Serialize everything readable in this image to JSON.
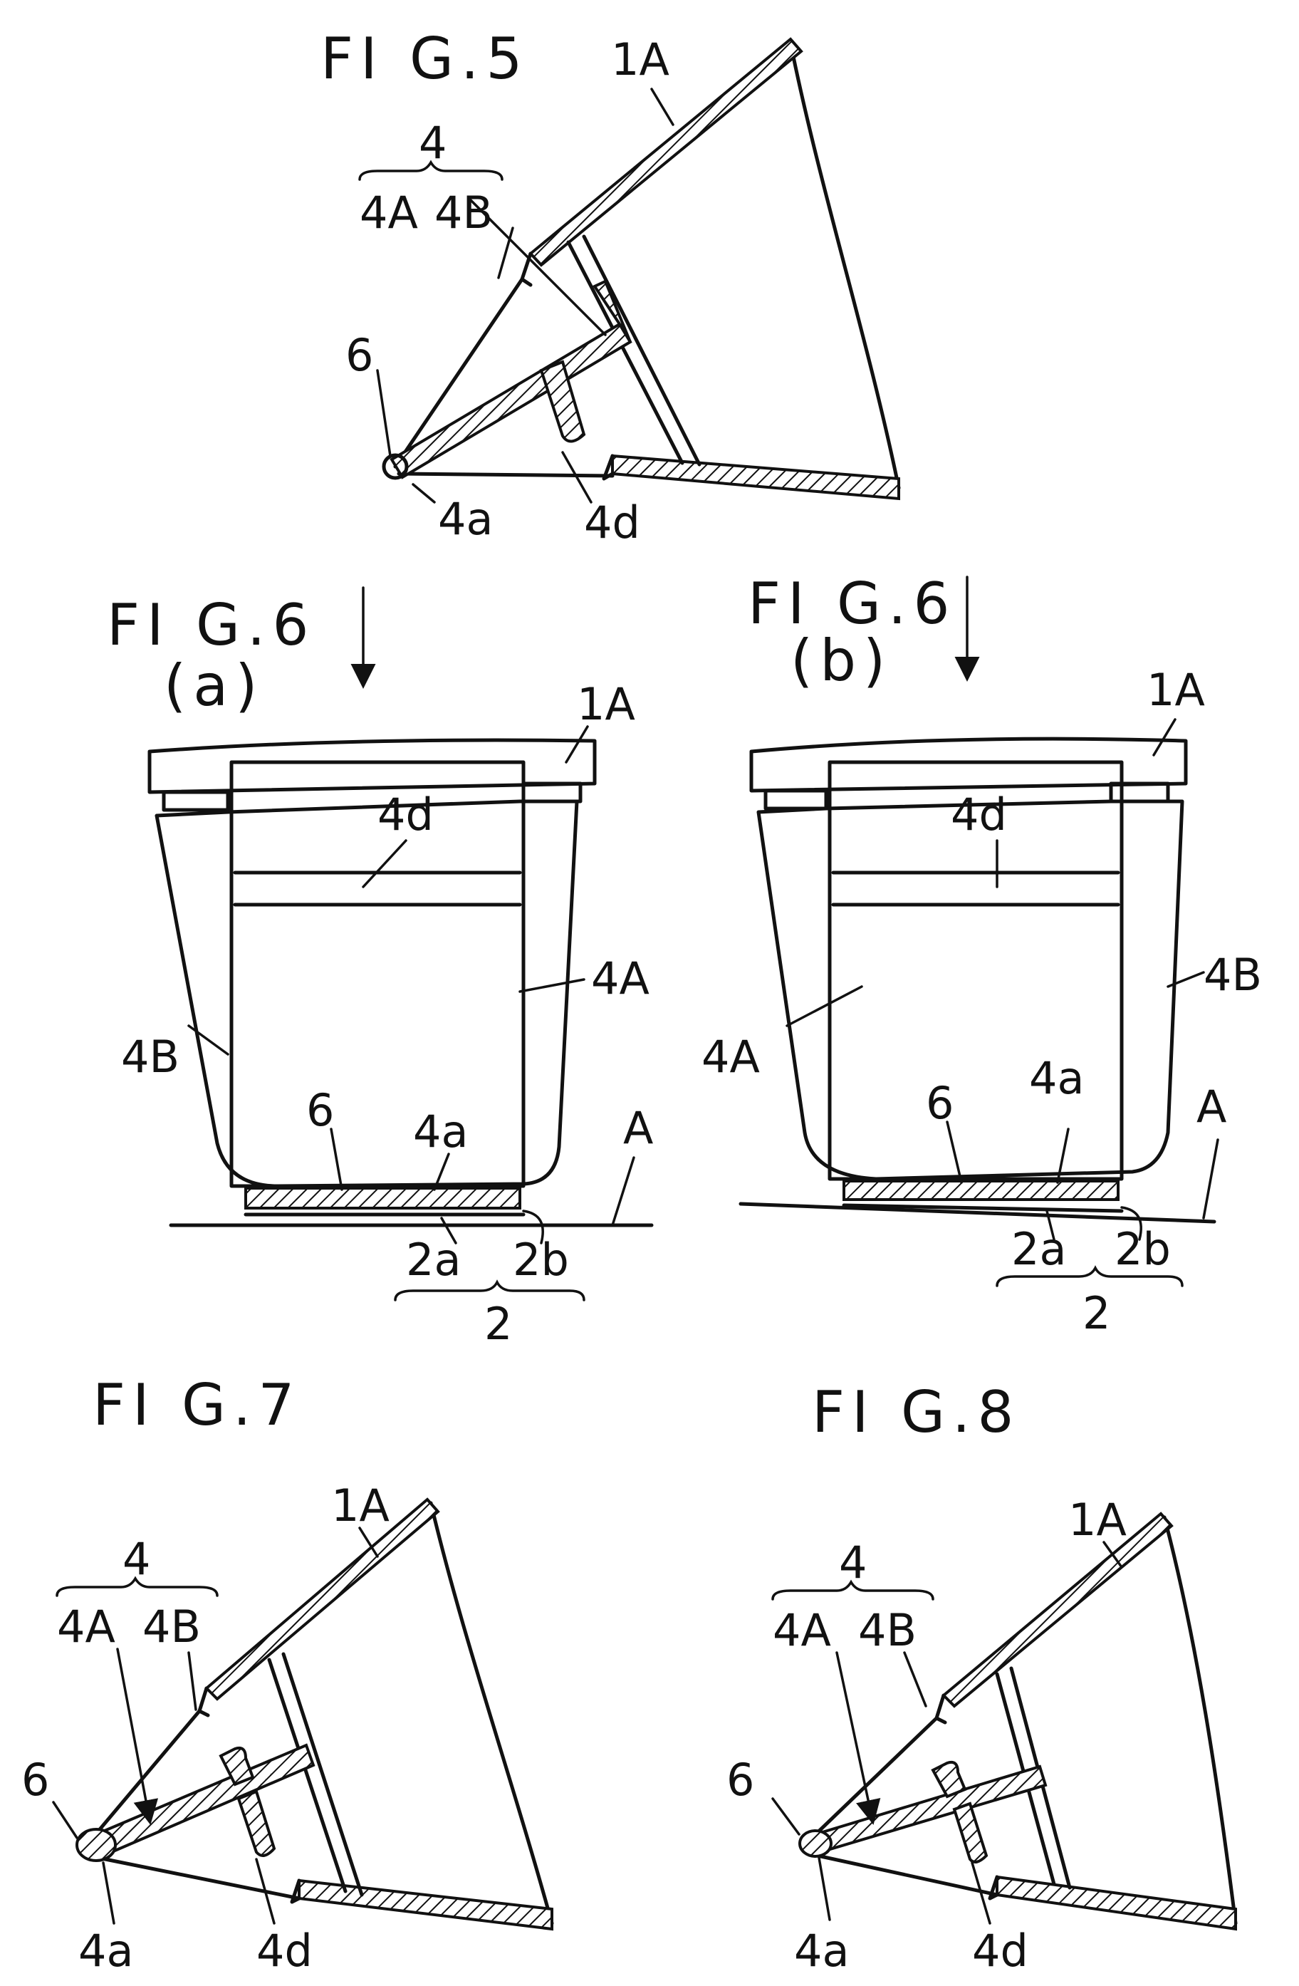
{
  "figures": {
    "fig5": {
      "title": "FI G.5",
      "labels": {
        "part_1a": "1A",
        "group": "4",
        "part_4a": "4A",
        "part_4b": "4B",
        "part_6": "6",
        "edge_4a": "4a",
        "rib_4d": "4d"
      }
    },
    "fig6a": {
      "title": "FI G.6",
      "subtitle": "(a)",
      "labels": {
        "part_1a": "1A",
        "rib_4d": "4d",
        "part_4a": "4A",
        "part_4b": "4B",
        "part_6": "6",
        "edge_4a": "4a",
        "line_a": "A",
        "part_2a": "2a",
        "part_2b": "2b",
        "group_2": "2"
      }
    },
    "fig6b": {
      "title": "FI G.6",
      "subtitle": "(b)",
      "labels": {
        "part_1a": "1A",
        "rib_4d": "4d",
        "part_4a": "4A",
        "part_4b": "4B",
        "part_6": "6",
        "edge_4a": "4a",
        "line_a": "A",
        "part_2a": "2a",
        "part_2b": "2b",
        "group_2": "2"
      }
    },
    "fig7": {
      "title": "FI G.7",
      "labels": {
        "part_1a": "1A",
        "group": "4",
        "part_4a": "4A",
        "part_4b": "4B",
        "part_6": "6",
        "edge_4a": "4a",
        "rib_4d": "4d"
      }
    },
    "fig8": {
      "title": "FI G.8",
      "labels": {
        "part_1a": "1A",
        "group": "4",
        "part_4a": "4A",
        "part_4b": "4B",
        "part_6": "6",
        "edge_4a": "4a",
        "rib_4d": "4d"
      }
    }
  }
}
